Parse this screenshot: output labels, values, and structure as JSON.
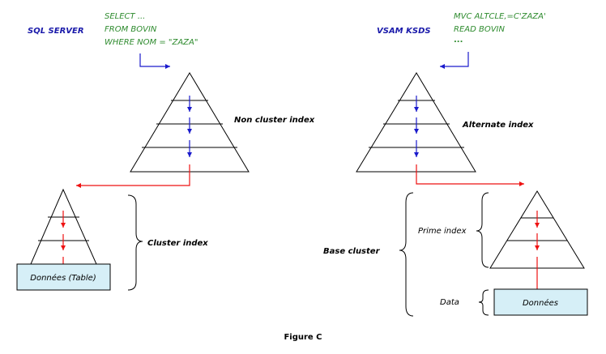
{
  "left": {
    "engine_label": "SQL SERVER",
    "code_lines": [
      "SELECT ...",
      "FROM   BOVIN",
      "WHERE NOM = \"ZAZA\""
    ],
    "upper_index_label": "Non cluster index",
    "lower_index_label": "Cluster index",
    "data_box_label": "Données (Table)"
  },
  "right": {
    "engine_label": "VSAM KSDS",
    "code_lines": [
      "MVC   ALTCLE,=C'ZAZA'",
      "READ  BOVIN",
      "..."
    ],
    "upper_index_label": "Alternate index",
    "group_label": "Base cluster",
    "prime_index_label": "Prime index",
    "data_label": "Data",
    "data_box_label": "Données"
  },
  "caption": "Figure C",
  "colors": {
    "blue_arrow": "#1a1acc",
    "red_arrow": "#ee1111",
    "box_fill": "#d6eff7",
    "code_green": "#2e8b2e",
    "title_blue": "#1a1aaa"
  }
}
